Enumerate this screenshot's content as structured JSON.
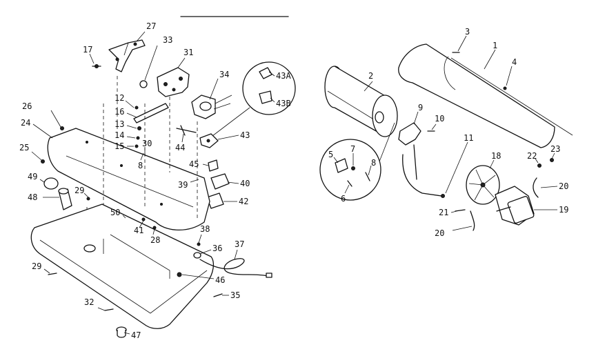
{
  "diagram": {
    "callouts": [
      {
        "id": "c1",
        "label": "1"
      },
      {
        "id": "c2",
        "label": "2"
      },
      {
        "id": "c3",
        "label": "3"
      },
      {
        "id": "c4",
        "label": "4"
      },
      {
        "id": "c5",
        "label": "5"
      },
      {
        "id": "c6",
        "label": "6"
      },
      {
        "id": "c7",
        "label": "7"
      },
      {
        "id": "c8a",
        "label": "8"
      },
      {
        "id": "c8b",
        "label": "8"
      },
      {
        "id": "c9",
        "label": "9"
      },
      {
        "id": "c10",
        "label": "10"
      },
      {
        "id": "c11",
        "label": "11"
      },
      {
        "id": "c12",
        "label": "12"
      },
      {
        "id": "c13",
        "label": "13"
      },
      {
        "id": "c14",
        "label": "14"
      },
      {
        "id": "c15",
        "label": "15"
      },
      {
        "id": "c16",
        "label": "16"
      },
      {
        "id": "c17",
        "label": "17"
      },
      {
        "id": "c18",
        "label": "18"
      },
      {
        "id": "c19",
        "label": "19"
      },
      {
        "id": "c20a",
        "label": "20"
      },
      {
        "id": "c20b",
        "label": "20"
      },
      {
        "id": "c21",
        "label": "21"
      },
      {
        "id": "c22",
        "label": "22"
      },
      {
        "id": "c23",
        "label": "23"
      },
      {
        "id": "c24",
        "label": "24"
      },
      {
        "id": "c25",
        "label": "25"
      },
      {
        "id": "c26",
        "label": "26"
      },
      {
        "id": "c27",
        "label": "27"
      },
      {
        "id": "c28",
        "label": "28"
      },
      {
        "id": "c29a",
        "label": "29"
      },
      {
        "id": "c29b",
        "label": "29"
      },
      {
        "id": "c30",
        "label": "30"
      },
      {
        "id": "c31",
        "label": "31"
      },
      {
        "id": "c32",
        "label": "32"
      },
      {
        "id": "c33",
        "label": "33"
      },
      {
        "id": "c34",
        "label": "34"
      },
      {
        "id": "c35",
        "label": "35"
      },
      {
        "id": "c36",
        "label": "36"
      },
      {
        "id": "c37",
        "label": "37"
      },
      {
        "id": "c38",
        "label": "38"
      },
      {
        "id": "c39",
        "label": "39"
      },
      {
        "id": "c40",
        "label": "40"
      },
      {
        "id": "c41",
        "label": "41"
      },
      {
        "id": "c42",
        "label": "42"
      },
      {
        "id": "c43",
        "label": "43"
      },
      {
        "id": "c43a",
        "label": "43A"
      },
      {
        "id": "c43b",
        "label": "43B"
      },
      {
        "id": "c44",
        "label": "44"
      },
      {
        "id": "c45",
        "label": "45"
      },
      {
        "id": "c46",
        "label": "46"
      },
      {
        "id": "c47",
        "label": "47"
      },
      {
        "id": "c48",
        "label": "48"
      },
      {
        "id": "c49",
        "label": "49"
      },
      {
        "id": "c50",
        "label": "50"
      }
    ]
  }
}
